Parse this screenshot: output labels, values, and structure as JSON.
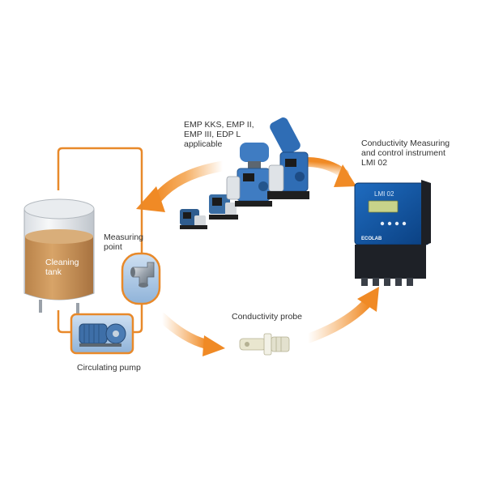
{
  "labels": {
    "pumps": [
      "EMP KKS, EMP II,",
      "EMP III, EDP L",
      "applicable"
    ],
    "instrument": [
      "Conductivity Measuring",
      "and control instrument",
      "LMI 02"
    ],
    "measuring_point": [
      "Measuring",
      "point"
    ],
    "tank": [
      "Cleaning",
      "tank"
    ],
    "probe": "Conductivity probe",
    "circulating_pump": "Circulating pump"
  },
  "device": {
    "model": "LMI 02",
    "brand": "ECOLAB"
  },
  "colors": {
    "accent_orange": "#f39a3b",
    "pipe_orange": "#e8892a",
    "device_blue": "#0d4f9c",
    "pump_blue": "#3e6fa8",
    "tank_liquid": "#c99257"
  }
}
